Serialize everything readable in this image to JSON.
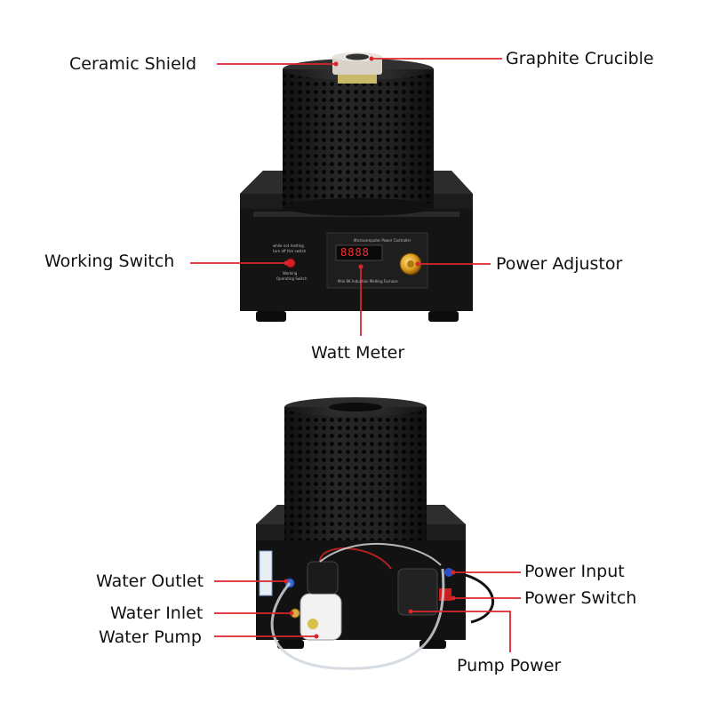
{
  "colors": {
    "leader": "#d9262c",
    "body": "#1a1a1a",
    "mesh": "#222222",
    "knob": "#e0a020",
    "display": "#ff3030"
  },
  "top_unit": {
    "callouts": {
      "ceramic_shield": "Ceramic Shield",
      "graphite_crucible": "Graphite Crucible",
      "working_switch": "Working Switch",
      "power_adjustor": "Power Adjustor",
      "watt_meter": "Watt Meter"
    },
    "panel": {
      "switch_note_line1": "while not melting",
      "switch_note_line2": "turn off this switch",
      "switch_caption_line1": "Working",
      "switch_caption_line2": "Operating Switch",
      "header": "Microcomputer Power Controller",
      "display_value": "8888",
      "footer": "Mini 6K Induction Melting Furnace"
    }
  },
  "bottom_unit": {
    "callouts": {
      "water_outlet": "Water Outlet",
      "water_inlet": "Water Inlet",
      "water_pump": "Water Pump",
      "power_input": "Power Input",
      "power_switch": "Power Switch",
      "pump_power": "Pump Power"
    }
  }
}
